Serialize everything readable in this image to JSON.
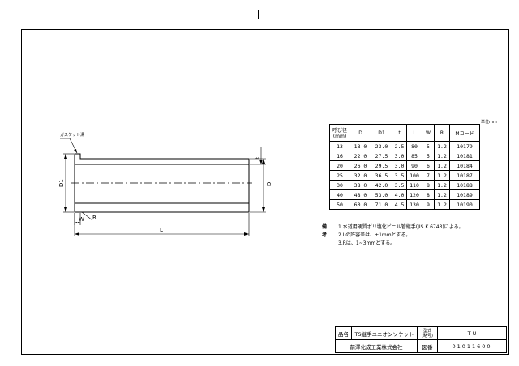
{
  "drawing": {
    "gasket_groove_label": "ガスケット溝",
    "dim_D1": "D1",
    "dim_D": "D",
    "dim_t": "t",
    "dim_W": "W",
    "dim_R": "R",
    "dim_L": "L"
  },
  "unit_label": "単位mm",
  "dimension_table": {
    "headers": [
      "呼び径 (mm)",
      "D",
      "D1",
      "t",
      "L",
      "W",
      "R",
      "Mコード"
    ],
    "rows": [
      [
        "13",
        "18.0",
        "23.0",
        "2.5",
        "80",
        "5",
        "1.2",
        "10179"
      ],
      [
        "16",
        "22.0",
        "27.5",
        "3.0",
        "85",
        "5",
        "1.2",
        "10181"
      ],
      [
        "20",
        "26.0",
        "29.5",
        "3.0",
        "90",
        "6",
        "1.2",
        "10184"
      ],
      [
        "25",
        "32.0",
        "36.5",
        "3.5",
        "100",
        "7",
        "1.2",
        "10187"
      ],
      [
        "30",
        "38.0",
        "42.0",
        "3.5",
        "110",
        "8",
        "1.2",
        "10188"
      ],
      [
        "40",
        "48.0",
        "53.0",
        "4.0",
        "120",
        "8",
        "1.2",
        "10189"
      ],
      [
        "50",
        "60.0",
        "71.0",
        "4.5",
        "130",
        "9",
        "1.2",
        "10190"
      ]
    ]
  },
  "notes": {
    "label": "備考",
    "items": [
      "1.水道用硬質ポリ塩化ビニル管継手(JIS K 6743)による。",
      "2.Lの許容差は、±1mmとする。",
      "3.Rは、1~3mmとする。"
    ]
  },
  "title_block": {
    "name_label": "品名",
    "name_value": "TS継手ユニオンソケット",
    "model_label_top": "型式",
    "model_label_bottom": "(略号)",
    "model_value": "T U",
    "company": "前澤化成工業株式会社",
    "drawing_no_label": "図番",
    "drawing_no_value": "01011600"
  }
}
